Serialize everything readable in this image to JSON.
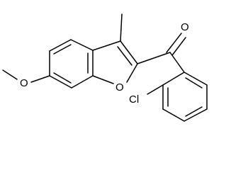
{
  "molecule": {
    "atom_labels": {
      "carbonyl_oxygen": "O",
      "furan_oxygen": "O",
      "methoxy_oxygen": "O",
      "chlorine": "Cl"
    }
  }
}
